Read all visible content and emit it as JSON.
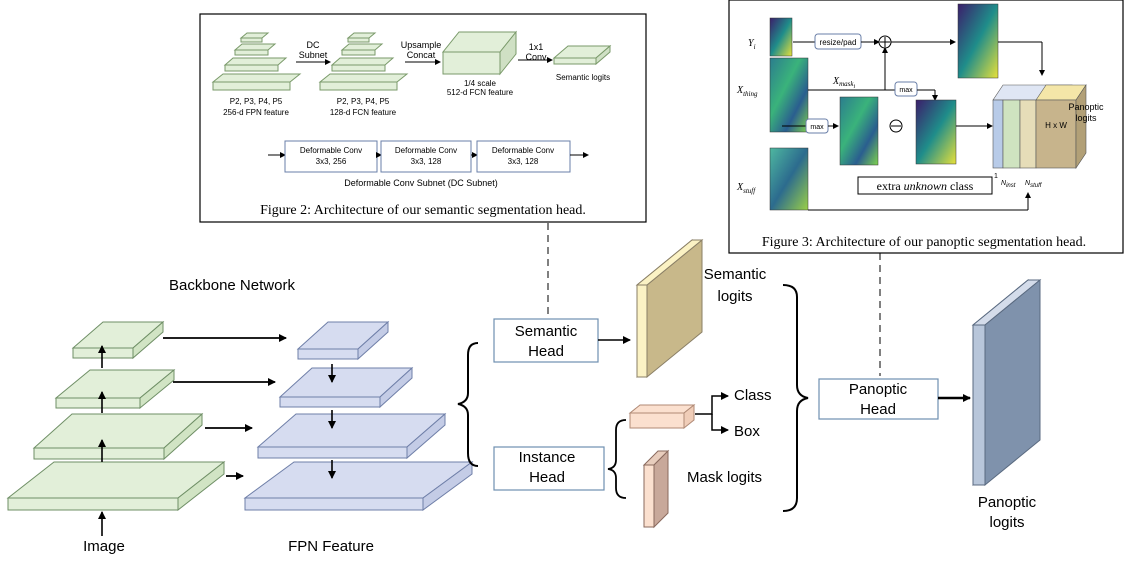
{
  "main": {
    "backbone_title": "Backbone Network",
    "image_label": "Image",
    "fpn_label": "FPN Feature",
    "semantic_head": [
      "Semantic",
      "Head"
    ],
    "instance_head": [
      "Instance",
      "Head"
    ],
    "panoptic_head": [
      "Panoptic",
      "Head"
    ],
    "semantic_logits": [
      "Semantic",
      "logits"
    ],
    "class_label": "Class",
    "box_label": "Box",
    "mask_logits": "Mask logits",
    "panoptic_logits": [
      "Panoptic",
      "logits"
    ]
  },
  "figure2": {
    "caption": "Figure 2: Architecture of our semantic segmentation head.",
    "fpn_levels": "P2, P3, P4, P5",
    "fpn_desc": "256-d FPN feature",
    "dc_levels": "P2, P3, P4, P5",
    "dc_desc": "128-d FCN feature",
    "dc_subnet": [
      "DC",
      "Subnet"
    ],
    "upsample": [
      "Upsample",
      "Concat"
    ],
    "scale_label": "1/4 scale",
    "fcn_feature": "512-d FCN feature",
    "conv": [
      "1x1",
      "Conv"
    ],
    "semantic_logits": "Semantic logits",
    "deform_blocks": [
      {
        "title": "Deformable Conv",
        "spec": "3x3, 256"
      },
      {
        "title": "Deformable Conv",
        "spec": "3x3, 128"
      },
      {
        "title": "Deformable Conv",
        "spec": "3x3, 128"
      }
    ],
    "subnet_caption": "Deformable Conv Subnet (DC Subnet)"
  },
  "figure3": {
    "caption": "Figure 3: Architecture of our panoptic segmentation head.",
    "y_label": "Y",
    "y_sub": "i",
    "x_thing_label": "X",
    "x_thing_sub": "thing",
    "x_stuff_label": "X",
    "x_stuff_sub": "stuff",
    "x_mask_label": "X",
    "x_mask_sub": "mask",
    "x_mask_subsub": "i",
    "resize_pad": "resize/pad",
    "max_top": "max",
    "max_left": "max",
    "unknown_prefix": "extra ",
    "unknown_word": "unknown",
    "unknown_suffix": " class",
    "hxw": "H x W",
    "panoptic_logits": [
      "Panoptic",
      "logits"
    ],
    "dim_one": "1",
    "n_label": "N",
    "n_inst_sub": "inst",
    "n_stuff_sub": "stuff"
  },
  "colors": {
    "green_fill": "#e2efd9",
    "blue_fill": "#d6dcf0",
    "yellow_face": "#fbf2c4",
    "tan_face": "#c8b88a",
    "peach": "#fbe0cf",
    "mauve": "#c8a89a",
    "steel": "#b8c6da"
  }
}
